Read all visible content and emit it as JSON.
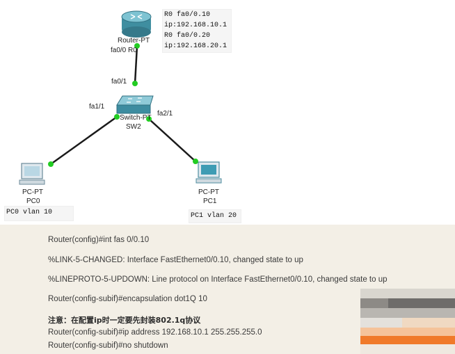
{
  "topology": {
    "router": {
      "type_label": "Router-PT",
      "port_left": "fa0/0",
      "port_name": "R0"
    },
    "router_note": {
      "lines": [
        "R0 fa0/0.10",
        "ip:192.168.10.1",
        "R0 fa0/0.20",
        "ip:192.168.20.1"
      ]
    },
    "switch": {
      "type_label": "Switch-PT",
      "name": "SW2",
      "port_up": "fa0/1",
      "port_left": "fa1/1",
      "port_right": "fa2/1"
    },
    "pc0": {
      "type_label": "PC-PT",
      "name": "PC0",
      "note": "PC0 vlan 10"
    },
    "pc1": {
      "type_label": "PC-PT",
      "name": "PC1",
      "note": "PC1 vlan 20"
    },
    "colors": {
      "link": "#1a1a1a",
      "port_dot": "#22cc22",
      "device_teal": "#4a97a8"
    }
  },
  "console": {
    "lines": [
      "Router(config)#int fas 0/0.10",
      "%LINK-5-CHANGED: Interface FastEthernet0/0.10, changed state to up",
      "%LINEPROTO-5-UPDOWN: Line protocol on Interface FastEthernet0/0.10, changed state to up",
      "Router(config-subif)#encapsulation dot1Q 10",
      "注意：在配置ip时一定要先封装802.1q协议",
      "Router(config-subif)#ip address 192.168.10.1 255.255.255.0",
      "Router(config-subif)#no shutdown"
    ],
    "background": "#f3efe6"
  }
}
